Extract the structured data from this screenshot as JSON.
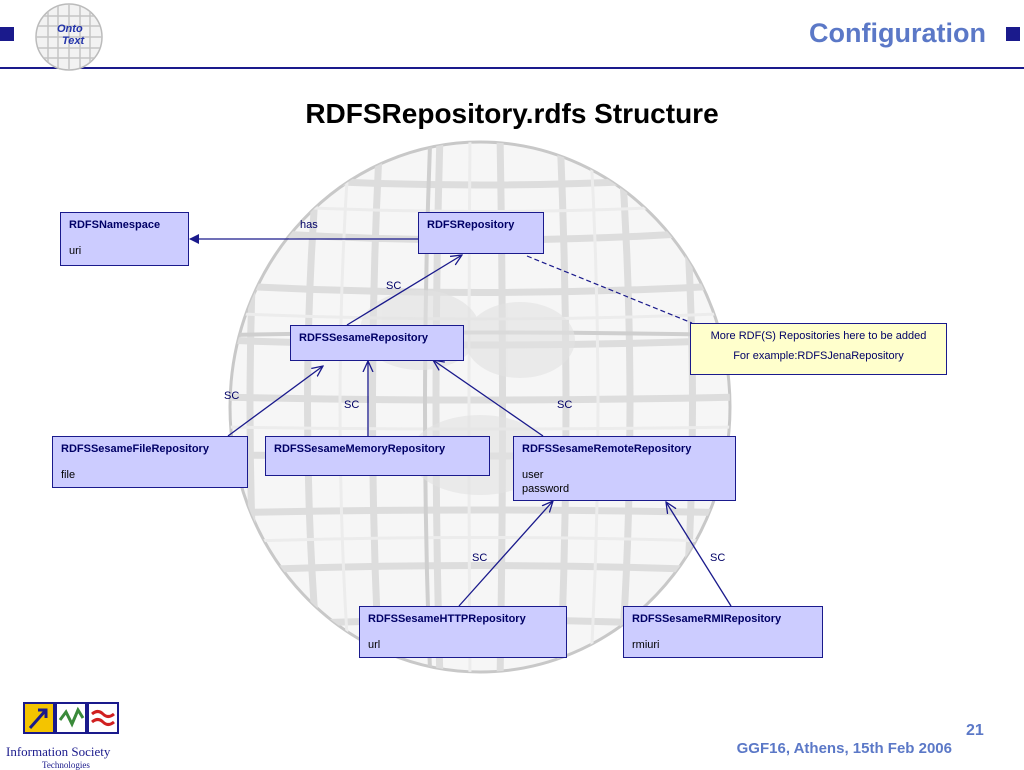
{
  "header": {
    "section_title": "Configuration",
    "logo_text": [
      "Onto",
      "Text"
    ]
  },
  "page_title": "RDFSRepository.rdfs Structure",
  "diagram": {
    "nodes": {
      "namespace": {
        "name": "RDFSNamespace",
        "attrs": "uri"
      },
      "repository": {
        "name": "RDFSRepository",
        "attrs": ""
      },
      "sesame": {
        "name": "RDFSSesameRepository",
        "attrs": ""
      },
      "file": {
        "name": "RDFSSesameFileRepository",
        "attrs": "file"
      },
      "memory": {
        "name": "RDFSSesameMemoryRepository",
        "attrs": ""
      },
      "remote": {
        "name": "RDFSSesameRemoteRepository",
        "attrs": "user\npassword"
      },
      "http": {
        "name": "RDFSSesameHTTPRepository",
        "attrs": "url"
      },
      "rmi": {
        "name": "RDFSSesameRMIRepository",
        "attrs": "rmiuri"
      }
    },
    "note": {
      "line1": "More RDF(S) Repositories here to be added",
      "line2": "For example:RDFSJenaRepository"
    },
    "edge_labels": {
      "has": "has",
      "sc_sesame": "SC",
      "sc_file": "SC",
      "sc_memory": "SC",
      "sc_remote": "SC",
      "sc_http": "SC",
      "sc_rmi": "SC"
    }
  },
  "footer": {
    "page_number": "21",
    "event_text": "GGF16, Athens, 15th Feb 2006",
    "ist_label": "Information Society",
    "ist_sublabel": "Technologies"
  },
  "colors": {
    "accent": "#5b78c7",
    "navy": "#1a1a8c",
    "class_box": "#ccccff",
    "note_box": "#ffffcc"
  }
}
